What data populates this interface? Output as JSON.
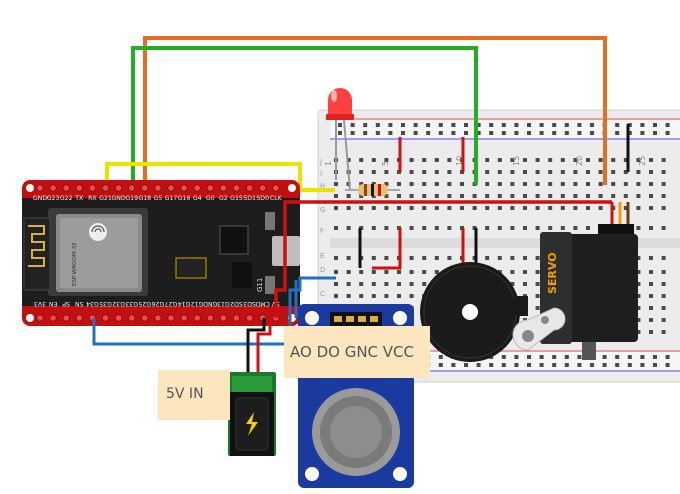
{
  "esp32": {
    "top_pins": [
      "GND",
      "G23",
      "G22",
      "TX",
      "RX",
      "G21",
      "GND",
      "G19",
      "G18",
      "G5",
      "G17",
      "G16",
      "G4",
      "G0",
      "G2",
      "G15",
      "SD1",
      "SD0",
      "CLK"
    ],
    "bottom_pins": [
      "3V3",
      "EN",
      "SP",
      "SN",
      "G34",
      "G35",
      "G32",
      "G33",
      "G25",
      "G26",
      "G27",
      "G14",
      "G12",
      "GND",
      "G13",
      "SD2",
      "SD3",
      "CMD",
      "5V"
    ],
    "module_text": "ESP-WROOM-32",
    "marking": "G11"
  },
  "power_jack": {
    "label": "5V IN"
  },
  "gas_sensor": {
    "pins_label": "AO DO GNC VCC"
  },
  "servo": {
    "label": "SERVO"
  },
  "breadboard": {
    "column_numbers": [
      "1",
      "5",
      "10",
      "15",
      "20",
      "25"
    ],
    "row_letters": [
      "A",
      "B",
      "C",
      "D",
      "E",
      "F",
      "G",
      "H",
      "I",
      "J"
    ]
  },
  "colors": {
    "wire_orange": "#e07020",
    "wire_green": "#22b022",
    "wire_yellow": "#f0e000",
    "wire_red": "#d01010",
    "wire_blue": "#2070c0",
    "wire_black": "#101010",
    "board_red": "#c01010",
    "sensor_blue": "#1a3aa0",
    "label_bg": "#fbe6bf"
  },
  "icons": [
    "led-icon",
    "resistor-icon",
    "buzzer-icon",
    "power-bolt-icon",
    "wifi-logo-icon"
  ]
}
